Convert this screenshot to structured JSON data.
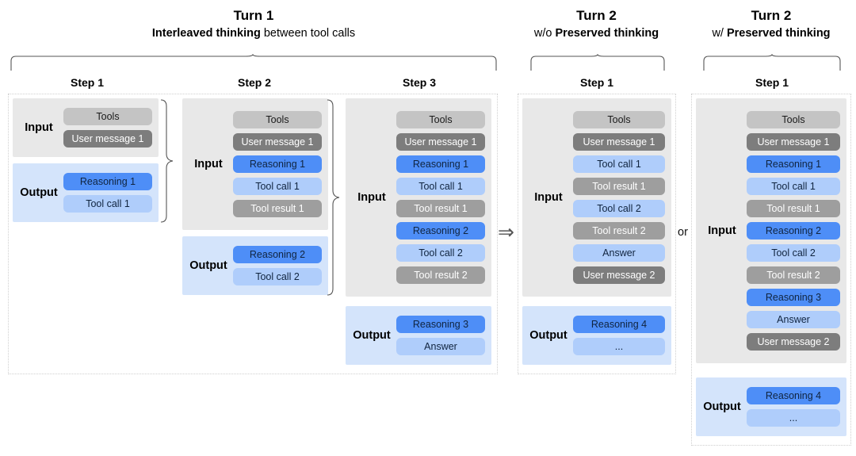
{
  "turns": [
    {
      "title": "Turn 1",
      "subtitle_pre": "Interleaved thinking",
      "subtitle_post": " between tool calls"
    },
    {
      "title": "Turn 2",
      "subtitle_pre": "w/o ",
      "subtitle_post": "Preserved thinking"
    },
    {
      "title": "Turn 2",
      "subtitle_pre": "w/ ",
      "subtitle_post": "Preserved thinking"
    }
  ],
  "steps": {
    "t1s1": "Step 1",
    "t1s2": "Step 2",
    "t1s3": "Step 3",
    "t2a": "Step 1",
    "t2b": "Step 1"
  },
  "labels": {
    "input": "Input",
    "output": "Output",
    "arrow": "⇒",
    "or": "or"
  },
  "columns": {
    "t1s1": {
      "input": [
        "Tools",
        "User message 1"
      ],
      "output": [
        "Reasoning 1",
        "Tool call 1"
      ]
    },
    "t1s2": {
      "input": [
        "Tools",
        "User message 1",
        "Reasoning 1",
        "Tool call 1",
        "Tool result 1"
      ],
      "output": [
        "Reasoning 2",
        "Tool call 2"
      ]
    },
    "t1s3": {
      "input": [
        "Tools",
        "User message 1",
        "Reasoning 1",
        "Tool call 1",
        "Tool result 1",
        "Reasoning 2",
        "Tool call 2",
        "Tool result 2"
      ],
      "output": [
        "Reasoning 3",
        "Answer"
      ]
    },
    "t2a": {
      "input": [
        "Tools",
        "User message 1",
        "Tool call 1",
        "Tool result 1",
        "Tool call 2",
        "Tool result 2",
        "Answer",
        "User message 2"
      ],
      "output": [
        "Reasoning 4",
        "..."
      ]
    },
    "t2b": {
      "input": [
        "Tools",
        "User message 1",
        "Reasoning 1",
        "Tool call 1",
        "Tool result 1",
        "Reasoning 2",
        "Tool call 2",
        "Tool result 2",
        "Reasoning 3",
        "Answer",
        "User message 2"
      ],
      "output": [
        "Reasoning 4",
        "..."
      ]
    }
  },
  "colors": {
    "tools": "#c4c4c4",
    "message": "#7d7d7d",
    "result": "#9e9e9e",
    "reasoning": "#4e8ef7",
    "action": "#afcdfb",
    "input_panel": "#e8e8e8",
    "output_panel": "#d4e4fb",
    "column_border": "#cfcfcf"
  }
}
